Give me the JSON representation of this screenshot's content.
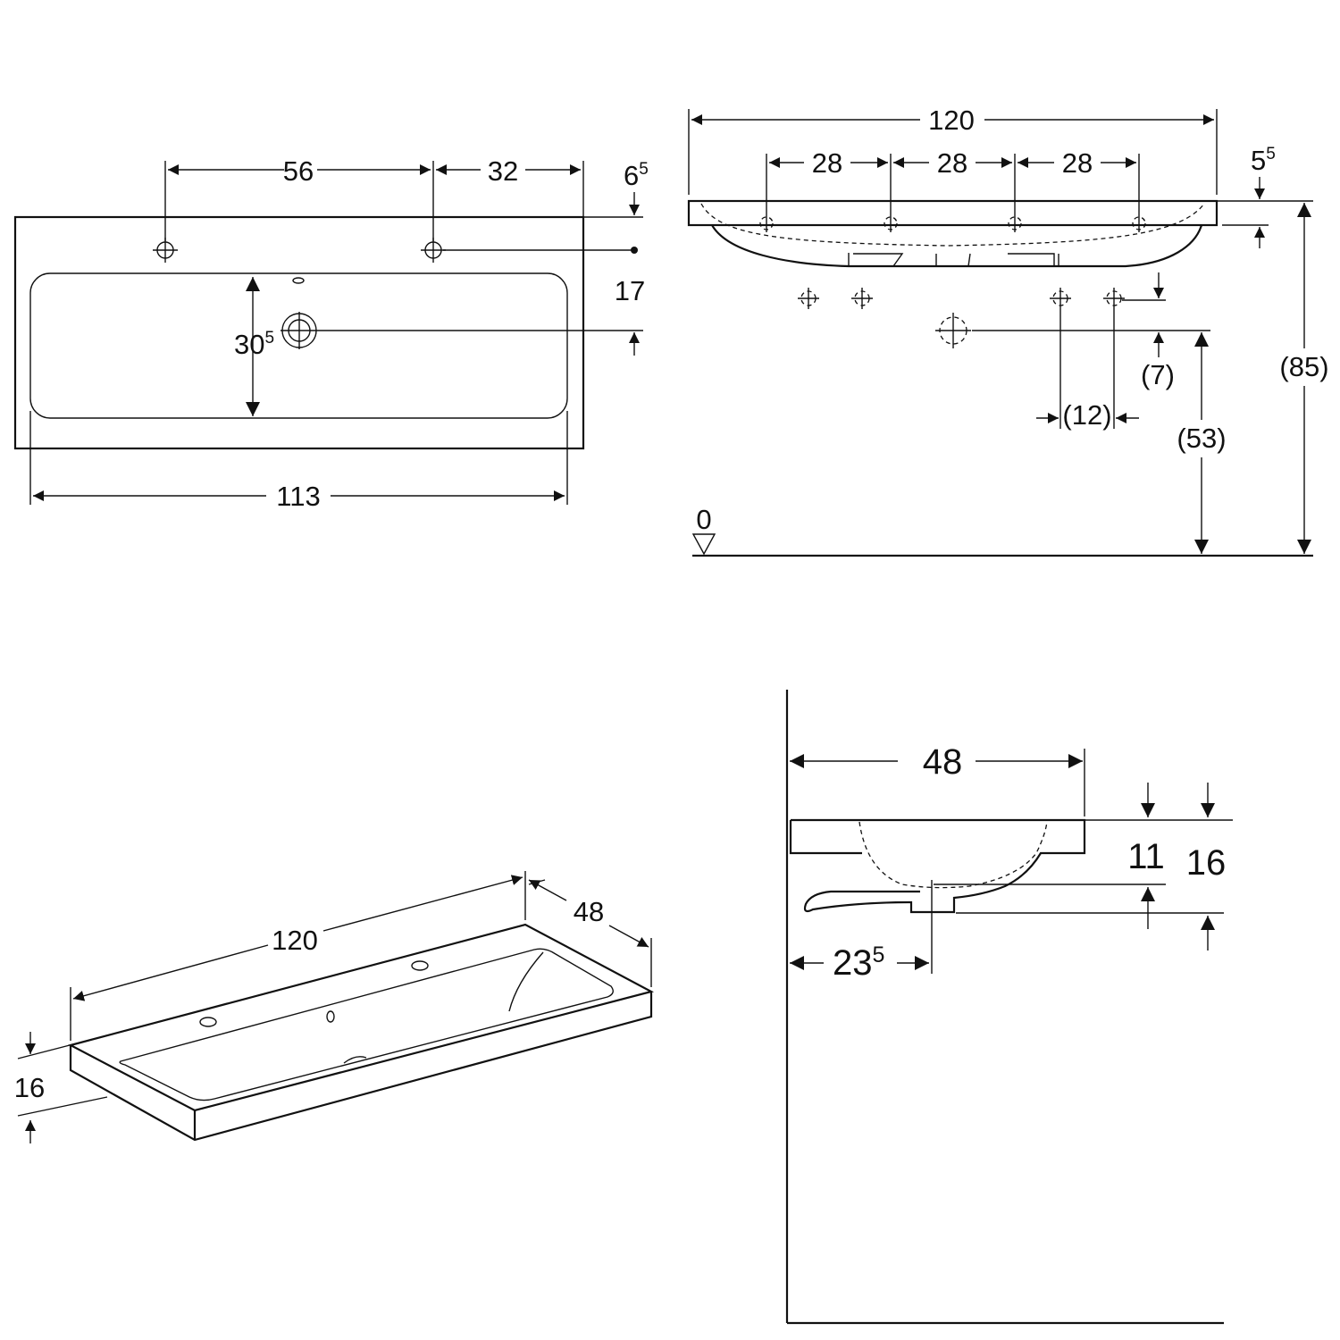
{
  "colors": {
    "line": "#111111",
    "background": "#ffffff"
  },
  "top_view": {
    "dim_tap_spacing": "56",
    "dim_tap_to_edge": "32",
    "dim_back_offset": {
      "base": "6",
      "sup": "5"
    },
    "dim_overflow_offset": "17",
    "dim_bowl_depth": {
      "base": "30",
      "sup": "5"
    },
    "dim_bowl_width": "113"
  },
  "front_view": {
    "dim_total_width": "120",
    "dim_tap_pitch": [
      "28",
      "28",
      "28"
    ],
    "dim_thickness": {
      "base": "5",
      "sup": "5"
    },
    "dim_waste_height": "(7)",
    "dim_fixing_spacing": "(12)",
    "dim_waste_from_floor": "(53)",
    "dim_top_from_floor": "(85)",
    "floor_label": "0"
  },
  "iso_view": {
    "dim_width": "120",
    "dim_depth": "48",
    "dim_height": "16"
  },
  "side_view": {
    "dim_projection": "48",
    "dim_bowl_height": "11",
    "dim_total_height": "16",
    "dim_waste_offset": {
      "base": "23",
      "sup": "5"
    }
  }
}
